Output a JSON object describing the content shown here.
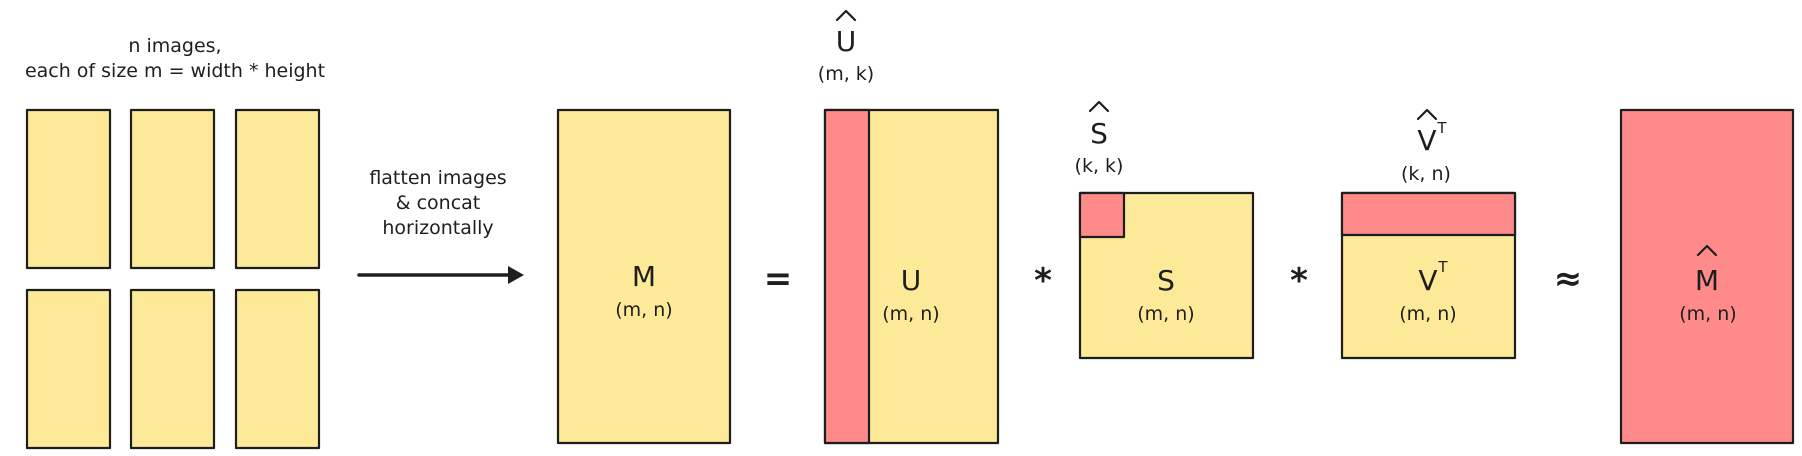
{
  "colors": {
    "yellow": "#fcea98",
    "red": "#ff8a8a",
    "stroke": "#1e1e1e"
  },
  "images_caption": {
    "line1": "n images,",
    "line2": "each of size m = width * height"
  },
  "arrow_caption": {
    "line1": "flatten images",
    "line2": "& concat",
    "line3": "horizontally"
  },
  "matrix_m": {
    "symbol": "M",
    "dims": "(m, n)"
  },
  "equals": "=",
  "matrix_u": {
    "symbol": "U",
    "dims": "(m, n)",
    "hat_symbol": "U",
    "hat_dims": "(m, k)"
  },
  "times_1": "*",
  "matrix_s": {
    "symbol": "S",
    "dims": "(m, n)",
    "hat_symbol": "S",
    "hat_dims": "(k, k)"
  },
  "times_2": "*",
  "matrix_v": {
    "symbol": "V",
    "sup": "T",
    "dims": "(m, n)",
    "hat_symbol": "V",
    "hat_sup": "T",
    "hat_dims": "(k, n)"
  },
  "approx": "≈",
  "matrix_m_hat": {
    "symbol": "M",
    "dims": "(m, n)"
  }
}
